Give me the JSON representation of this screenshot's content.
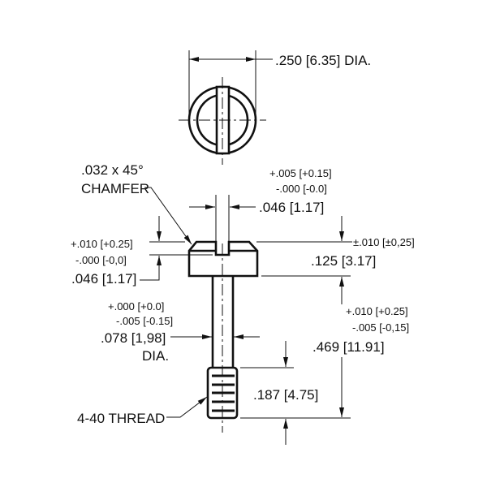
{
  "top_view": {
    "diameter_label": ".250 [6.35] DIA."
  },
  "chamfer": {
    "line1": ".032 x 45°",
    "line2": "CHAMFER"
  },
  "slot_width": {
    "tol_plus": "+.005 [+0.15]",
    "tol_minus": "-.000 [-0.0]",
    "value": ".046 [1.17]"
  },
  "slot_depth": {
    "tol_plus": "+.010 [+0.25]",
    "tol_minus": "-.000 [-0,0]",
    "value": ".046 [1.17]"
  },
  "head_height": {
    "tol": "±.010 [±0,25]",
    "value": ".125 [3.17]"
  },
  "shank_diameter": {
    "tol_plus": "+.000 [+0.0]",
    "tol_minus": "-.005 [-0.15]",
    "value": ".078 [1,98]",
    "suffix": "DIA."
  },
  "shank_length": {
    "tol_plus": "+.010 [+0.25]",
    "tol_minus": "-.005 [-0,15]",
    "value": ".469 [11.91]"
  },
  "thread_length": {
    "value": ".187 [4.75]"
  },
  "thread": {
    "label": "4-40 THREAD"
  }
}
